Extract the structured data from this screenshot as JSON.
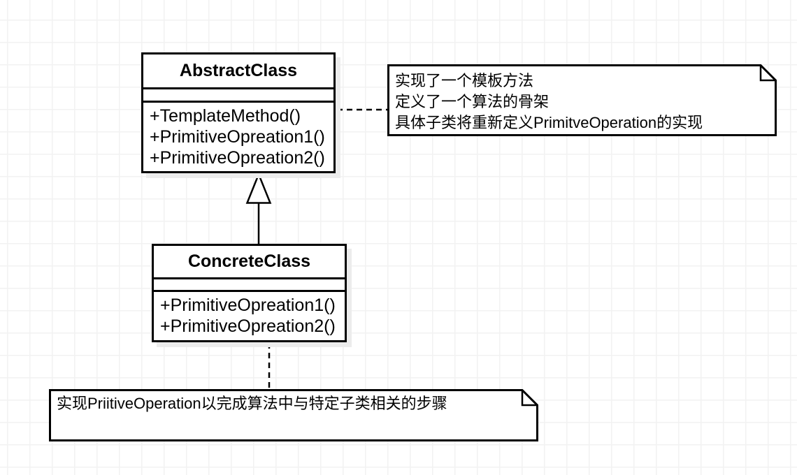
{
  "diagram": {
    "type": "uml-class-diagram",
    "pattern": "Template Method",
    "classes": [
      {
        "name": "AbstractClass",
        "attributes": "",
        "methods": [
          "+TemplateMethod()",
          "+PrimitiveOpreation1()",
          "+PrimitiveOpreation2()"
        ]
      },
      {
        "name": "ConcreteClass",
        "attributes": "",
        "methods": [
          "+PrimitiveOpreation1()",
          "+PrimitiveOpreation2()"
        ]
      }
    ],
    "notes": [
      {
        "lines": [
          "实现了一个模板方法",
          "定义了一个算法的骨架",
          "具体子类将重新定义PrimitveOperation的实现"
        ]
      },
      {
        "lines": [
          "实现PriitiveOperation以完成算法中与特定子类相关的步骤"
        ]
      }
    ],
    "relationships": [
      {
        "type": "generalization",
        "from": "ConcreteClass",
        "to": "AbstractClass"
      },
      {
        "type": "note-link",
        "from": "AbstractClass",
        "to": "note-1"
      },
      {
        "type": "note-link",
        "from": "ConcreteClass",
        "to": "note-2"
      }
    ],
    "colors": {
      "stroke": "#000000",
      "fill": "#ffffff",
      "grid": "#f2f2f2",
      "shadow": "#ececec"
    }
  }
}
